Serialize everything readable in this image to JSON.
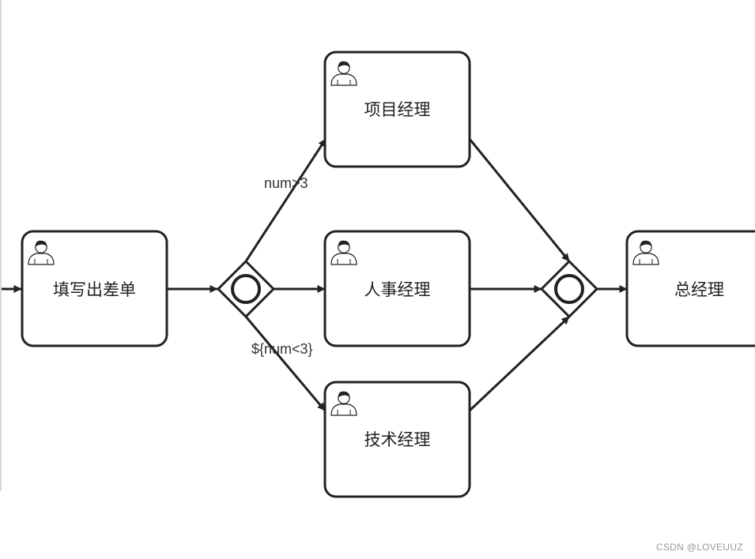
{
  "diagram": {
    "tasks": [
      {
        "id": "t-fill",
        "label": "填写出差单"
      },
      {
        "id": "t-proj",
        "label": "项目经理"
      },
      {
        "id": "t-hr",
        "label": "人事经理"
      },
      {
        "id": "t-tech",
        "label": "技术经理"
      },
      {
        "id": "t-gm",
        "label": "总经理"
      }
    ],
    "edge_labels": {
      "to_project": "num>3",
      "to_tech": "${num<3}"
    },
    "gateway_type": "inclusive",
    "task_type": "user-task",
    "colors": {
      "stroke": "#222222",
      "fill": "#ffffff",
      "text": "#222222",
      "watermark": "#999999"
    }
  },
  "watermark": "CSDN @LOVEUUZ"
}
